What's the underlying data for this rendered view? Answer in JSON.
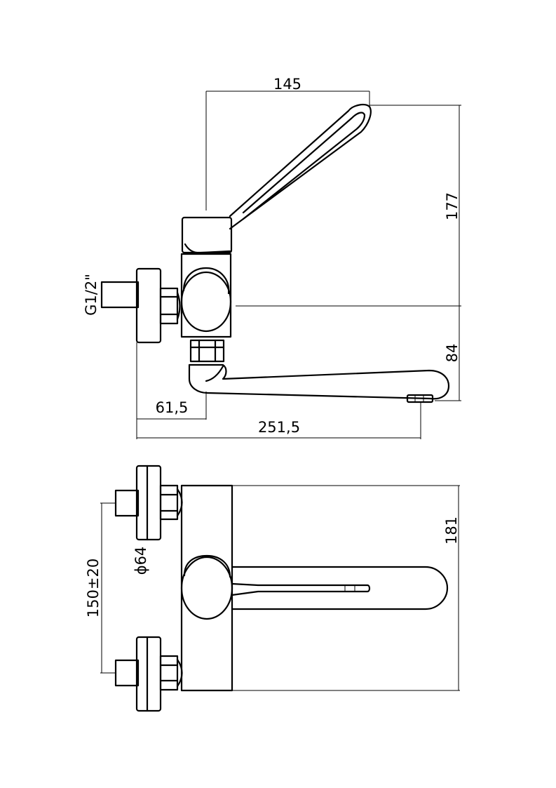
{
  "dimensions": {
    "handle_reach": "145",
    "total_height": "177",
    "spout_drop": "84",
    "inlet_offset": "61,5",
    "total_reach": "251,5",
    "thread": "G1/2\"",
    "body_height": "181",
    "flange_diameter": "ϕ64",
    "inlet_spacing": "150±20"
  },
  "colors": {
    "line": "#000000",
    "background": "#ffffff"
  }
}
